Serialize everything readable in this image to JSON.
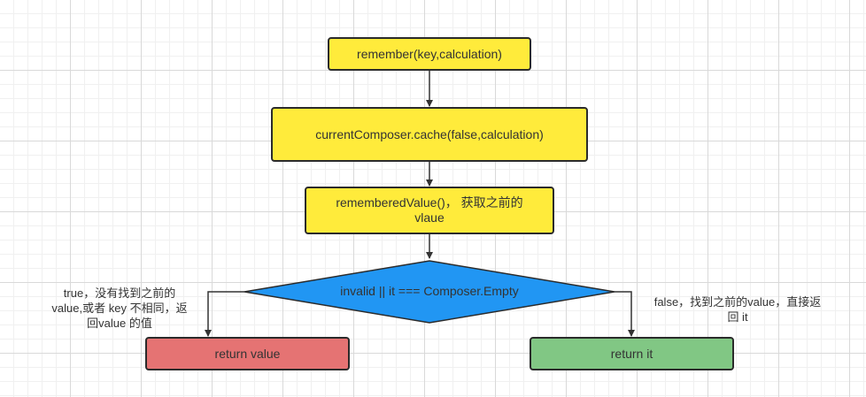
{
  "nodes": {
    "remember": "remember(key,calculation)",
    "cache": "currentComposer.cache(false,calculation)",
    "remembered_line1": "rememberedValue()， 获取之前的",
    "remembered_line2": "vlaue",
    "decision": "invalid || it === Composer.Empty",
    "return_value": "return value",
    "return_it": "return it"
  },
  "edges": {
    "true_line1": "true，没有找到之前的",
    "true_line2": "value,或者 key 不相同，返",
    "true_line3": "回value 的值",
    "false_line1": "false，找到之前的value，直接返",
    "false_line2": "回 it"
  },
  "colors": {
    "process": "#ffeb3b",
    "decision": "#2196f3",
    "return_value": "#e57373",
    "return_it": "#81c784"
  }
}
